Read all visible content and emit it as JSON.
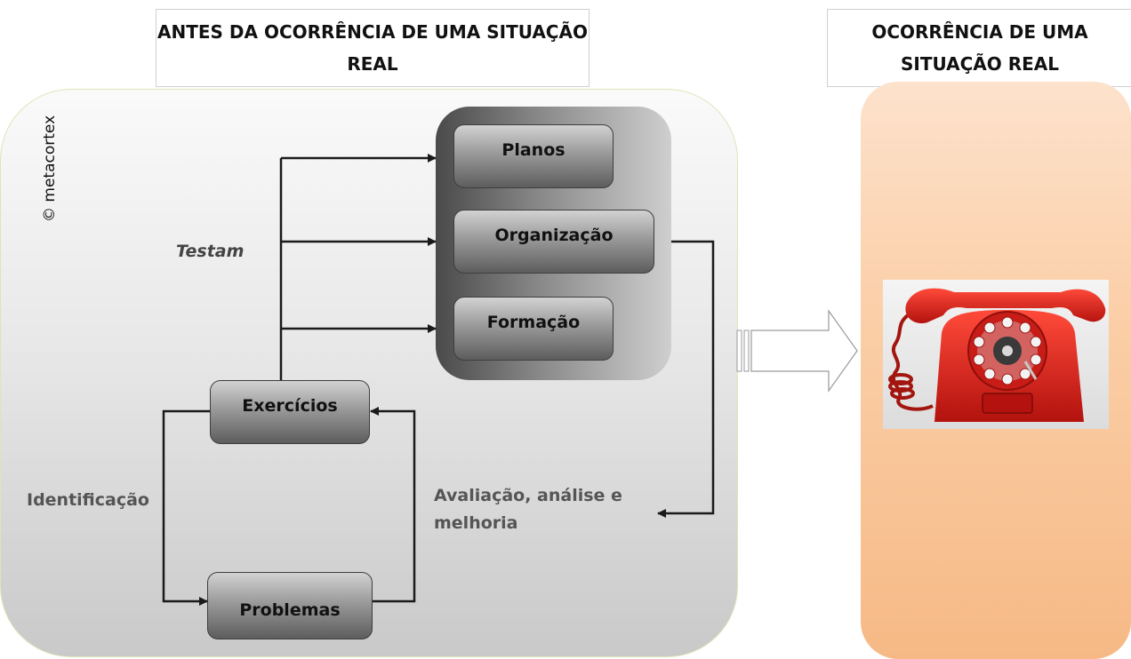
{
  "titles": {
    "left": "ANTES DA OCORRÊNCIA DE UMA SITUAÇÃO REAL",
    "right": "OCORRÊNCIA DE UMA SITUAÇÃO REAL"
  },
  "copyright": "© metacortex",
  "boxes": {
    "planos": "Planos",
    "organizacao": "Organização",
    "formacao": "Formação",
    "exercicios": "Exercícios",
    "problemas": "Problemas"
  },
  "labels": {
    "testam": "Testam",
    "identificacao": "Identificação",
    "avaliacao": "Avaliação, análise e\nmelhoria"
  },
  "colors": {
    "right_panel": "#f6b985",
    "phone": "#d8201c",
    "box_dark": "#5d5d5d"
  },
  "icons": {
    "phone": "rotary-telephone-icon",
    "arrow": "block-arrow-right-icon"
  }
}
